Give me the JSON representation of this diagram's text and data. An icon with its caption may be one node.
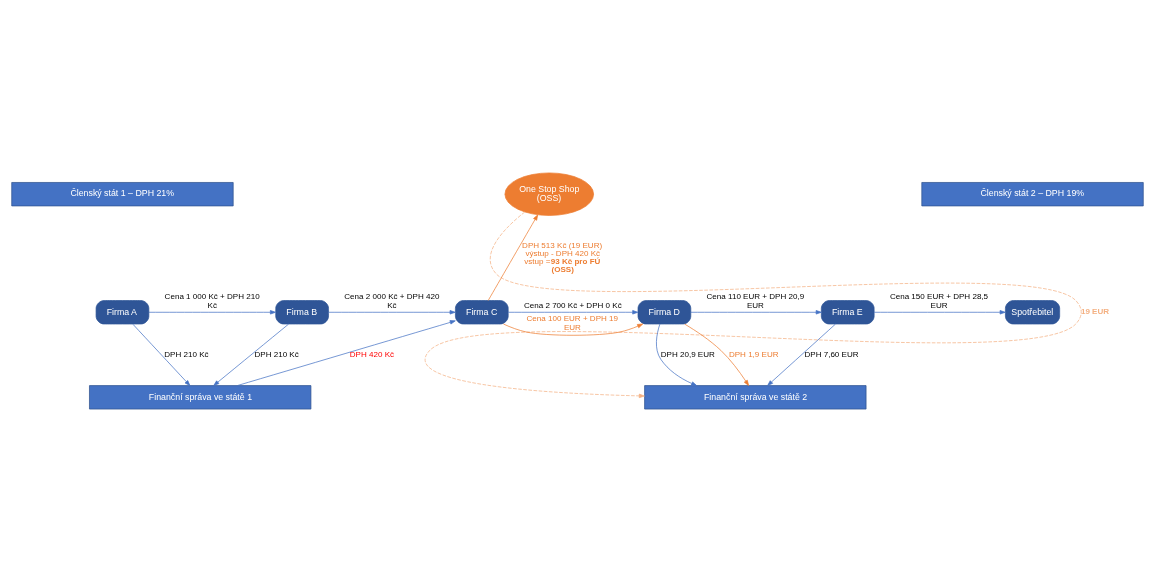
{
  "diagram": {
    "nodes": [
      {
        "text": [
          "Členský stát 1 – DPH 21%"
        ]
      },
      {
        "text": [
          "Členský stát 2 – DPH 19%"
        ]
      },
      {
        "text": [
          "One Stop Shop (OSS)"
        ]
      },
      {
        "text": [
          "Firma A"
        ]
      },
      {
        "text": [
          "Firma B"
        ]
      },
      {
        "text": [
          "Firma C"
        ]
      },
      {
        "text": [
          "Firma D"
        ]
      },
      {
        "text": [
          "Firma E"
        ]
      },
      {
        "text": [
          "Spotřebitel"
        ]
      },
      {
        "text": [
          "Finanční správa ve státě 1"
        ]
      },
      {
        "text": [
          "Finanční správa ve státě 2"
        ]
      }
    ],
    "edges": [
      {
        "from": 3,
        "to": 4,
        "arrow": "to",
        "label": "Cena 1 000 Kč + DPH 210 Kč"
      },
      {
        "from": 4,
        "to": 5,
        "arrow": "to",
        "label": "Cena 2 000 Kč + DPH 420 Kč"
      },
      {
        "from": 5,
        "to": 6,
        "arrow": "to",
        "label": "Cena 2 700 Kč + DPH 0 Kč"
      },
      {
        "from": 5,
        "to": 6,
        "arrow": "to",
        "label": "Cena 100 EUR + DPH 19 EUR",
        "color": "#ed7d31"
      },
      {
        "from": 5,
        "to": 2,
        "arrow": "to",
        "label": "DPH 513 Kč (19 EUR) výstup - DPH 420 Kč vstup =**93 Kč pro FÚ (OSS)**",
        "color": "#ed7d31"
      },
      {
        "from": 6,
        "to": 7,
        "arrow": "to",
        "label": "Cena 110 EUR + DPH 20,9 EUR"
      },
      {
        "from": 7,
        "to": 8,
        "arrow": "to",
        "label": "Cena 150 EUR + DPH 28,5 EUR"
      },
      {
        "from": 3,
        "to": 9,
        "arrow": "to",
        "label": "DPH 210 Kč"
      },
      {
        "from": 4,
        "to": 9,
        "arrow": "to",
        "label": "DPH 210 Kč"
      },
      {
        "from": 9,
        "to": 5,
        "arrow": "to",
        "label": "DPH 420 Kč"
      },
      {
        "from": 6,
        "to": 10,
        "arrow": "to",
        "label": "DPH 20,9 EUR"
      },
      {
        "from": 6,
        "to": 10,
        "arrow": "to",
        "label": "DPH 1,9 EUR",
        "color": "#ed7d31"
      },
      {
        "from": 7,
        "to": 10,
        "arrow": "to",
        "label": "DPH 7,60 EUR"
      },
      {
        "from": 2,
        "to": 10,
        "arrow": "to",
        "label": "**19 EUR**",
        "style": "dashed",
        "color": "#f4b183"
      }
    ]
  }
}
